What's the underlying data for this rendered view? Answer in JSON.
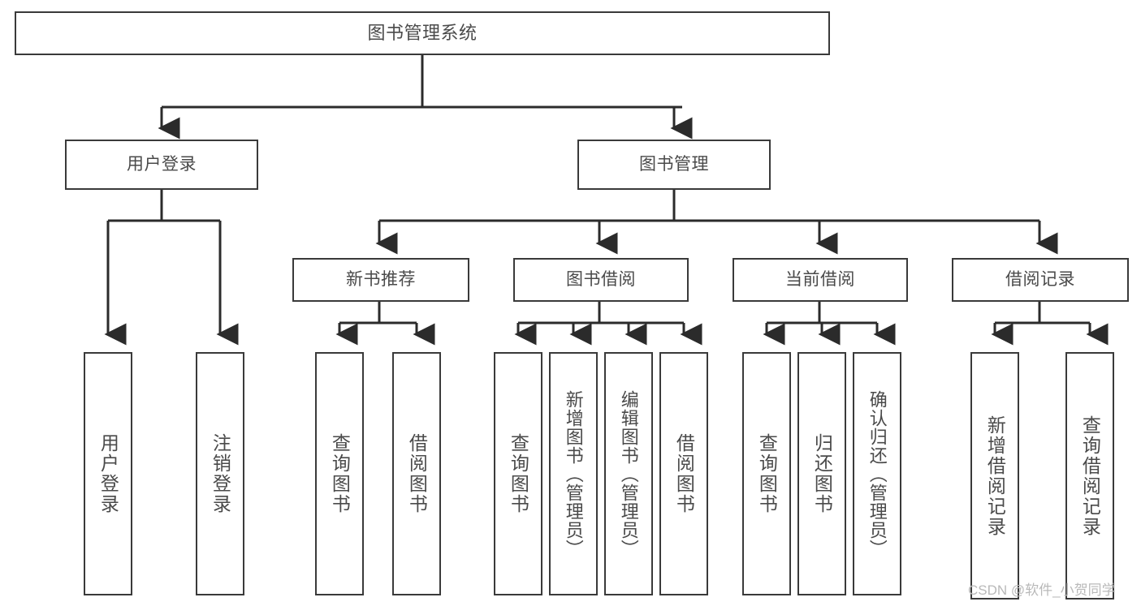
{
  "diagram": {
    "title": "图书管理系统",
    "type": "hierarchy-tree",
    "colors": {
      "box_border": "#3a3a3a",
      "box_fill": "#ffffff",
      "text": "#4a4a4a",
      "edge": "#2b2b2b",
      "watermark": "#b9b9b9"
    },
    "nodes": {
      "root": {
        "label": "图书管理系统"
      },
      "level1": [
        {
          "label": "用户登录"
        },
        {
          "label": "图书管理"
        }
      ],
      "level2": [
        {
          "label": "新书推荐"
        },
        {
          "label": "图书借阅"
        },
        {
          "label": "当前借阅"
        },
        {
          "label": "借阅记录"
        }
      ],
      "leaves": {
        "user_login": [
          {
            "label": "用户登录"
          },
          {
            "label": "注销登录"
          }
        ],
        "new_book": [
          {
            "label": "查询图书"
          },
          {
            "label": "借阅图书"
          }
        ],
        "book_borrow": [
          {
            "label": "查询图书"
          },
          {
            "label": "新增图书（管理员）"
          },
          {
            "label": "编辑图书（管理员）"
          },
          {
            "label": "借阅图书"
          }
        ],
        "current_borrow": [
          {
            "label": "查询图书"
          },
          {
            "label": "归还图书"
          },
          {
            "label": "确认归还（管理员）"
          }
        ],
        "borrow_record": [
          {
            "label": "新增借阅记录"
          },
          {
            "label": "查询借阅记录"
          }
        ]
      }
    },
    "watermark": "CSDN @软件_小贺同学"
  }
}
